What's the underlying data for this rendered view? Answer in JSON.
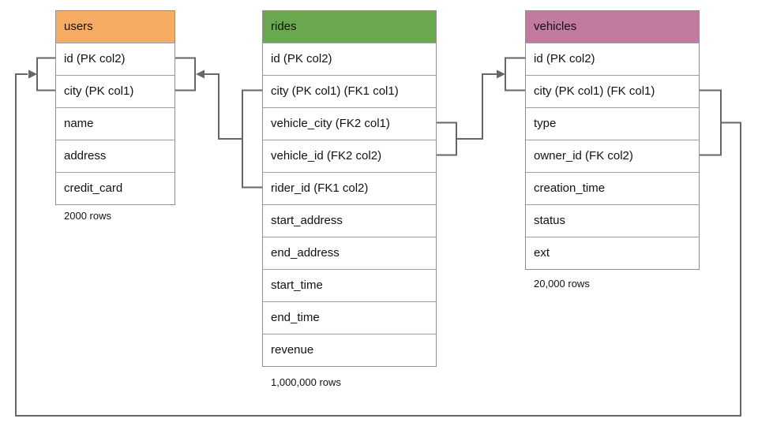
{
  "colors": {
    "users_header": "#f6ac63",
    "rides_header": "#6aa84f",
    "vehicles_header": "#c27ba0",
    "connector": "#666666",
    "table_border": "#8f8f8f",
    "row_border": "#9e9e9e"
  },
  "tables": [
    {
      "name": "users",
      "rows_label": "2000 rows",
      "columns": [
        "id (PK col2)",
        "city (PK col1)",
        "name",
        "address",
        "credit_card"
      ]
    },
    {
      "name": "rides",
      "rows_label": "1,000,000 rows",
      "columns": [
        "id (PK col2)",
        "city (PK col1) (FK1 col1)",
        "vehicle_city (FK2 col1)",
        "vehicle_id (FK2 col2)",
        "rider_id (FK1 col2)",
        "start_address",
        "end_address",
        "start_time",
        "end_time",
        "revenue"
      ]
    },
    {
      "name": "vehicles",
      "rows_label": "20,000 rows",
      "columns": [
        "id (PK col2)",
        "city (PK col1) (FK col1)",
        "type",
        "owner_id (FK col2)",
        "creation_time",
        "status",
        "ext"
      ]
    }
  ],
  "relationships": [
    {
      "name": "FK1",
      "from": "rides (city, rider_id)",
      "to": "users (city, id)"
    },
    {
      "name": "FK2",
      "from": "rides (vehicle_city, vehicle_id)",
      "to": "vehicles (id, city)"
    },
    {
      "name": "FK",
      "from": "vehicles (city, owner_id)",
      "to": "users (id, city)"
    }
  ]
}
